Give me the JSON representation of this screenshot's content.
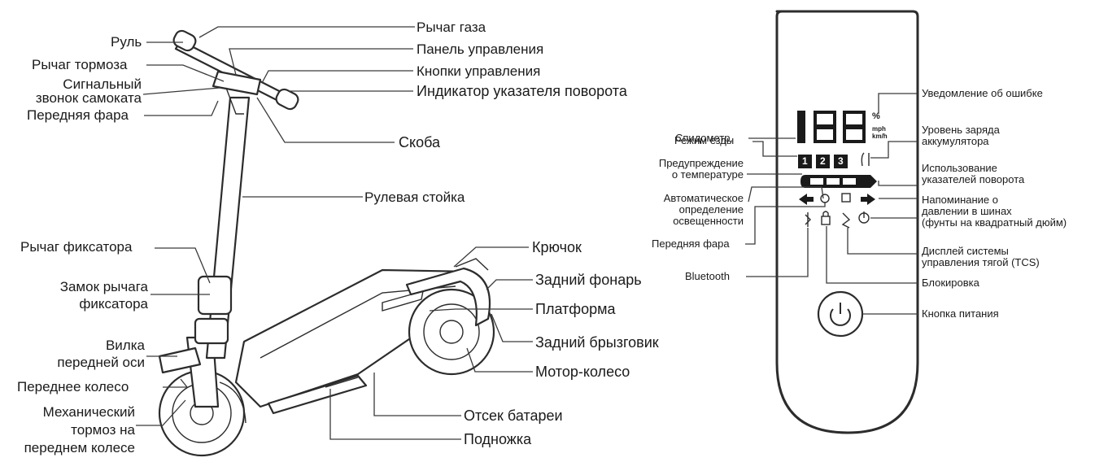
{
  "scooter_labels": {
    "handlebar": "Руль",
    "brake_lever": "Рычаг тормоза",
    "bell": "Сигнальный\nзвонок самоката",
    "headlight": "Передняя фара",
    "throttle": "Рычаг газа",
    "dashboard": "Панель управления",
    "control_buttons": "Кнопки управления",
    "turn_indicator": "Индикатор указателя поворота",
    "clamp": "Скоба",
    "stem": "Рулевая стойка",
    "folding_lever": "Рычаг фиксатора",
    "folding_lock": "Замок рычага\nфиксатора",
    "front_fork": "Вилка\nпередней оси",
    "front_wheel": "Переднее колесо",
    "front_brake": "Механический\nтормоз на\nпереднем колесе",
    "hook": "Крючок",
    "tail_light": "Задний фонарь",
    "deck": "Платформа",
    "rear_fender": "Задний брызговик",
    "hub_motor": "Мотор-колесо",
    "battery": "Отсек батареи",
    "kickstand": "Подножка"
  },
  "display_labels": {
    "speedometer": "Спидометр.",
    "ride_mode": "Режим езды",
    "temp_warning": "Предупреждение\nо температуре",
    "auto_light": "Автоматическое\nопределение\nосвещенности",
    "front_light": "Передняя фара",
    "bluetooth": "Bluetooth",
    "error": "Уведомление об ошибке",
    "battery_level": "Уровень заряда\nаккумулятора",
    "turn_signals": "Использование\nуказателей поворота",
    "tire_pressure": "Напоминание о\nдавлении в шинах\n(фунты на квадратный дюйм)",
    "tcs": "Дисплей системы\nуправления тягой (TCS)",
    "lock": "Блокировка",
    "power_button": "Кнопка питания"
  },
  "display_screen": {
    "speed_digits": "188",
    "unit_percent": "%",
    "unit_mph": "mph",
    "unit_kmh": "km/h",
    "mode_1": "1",
    "mode_2": "2",
    "mode_3": "3"
  }
}
